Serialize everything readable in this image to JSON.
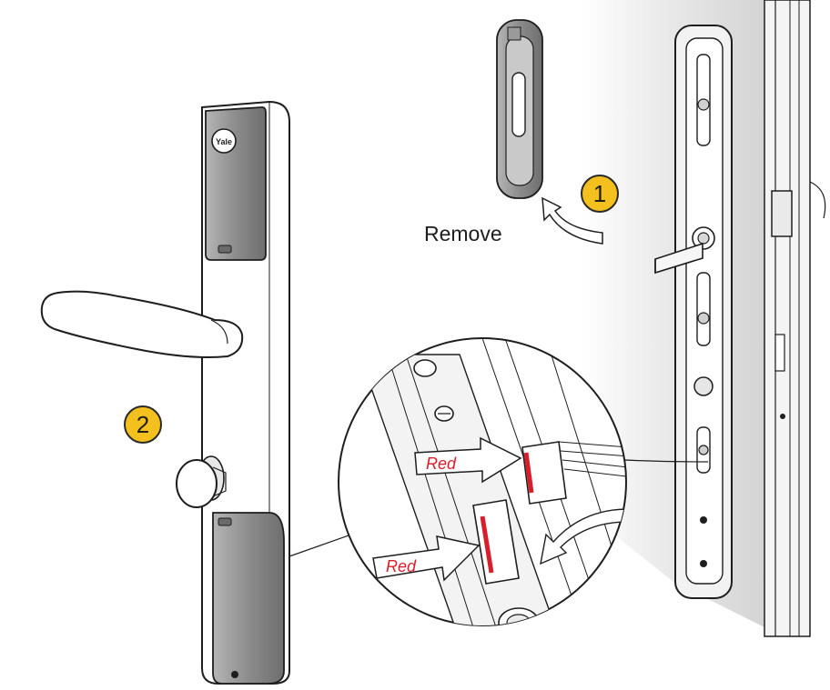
{
  "steps": [
    {
      "number": "1",
      "label": "Remove"
    },
    {
      "number": "2",
      "label": ""
    }
  ],
  "brand": {
    "logo_text": "Yale"
  },
  "connectors": [
    {
      "label": "Red"
    },
    {
      "label": "Red"
    }
  ],
  "colors": {
    "badge_fill": "#f4c01e",
    "badge_stroke": "#2a2a2a",
    "red_marker": "#d81e2a",
    "cover_dark": "#8a8a8a",
    "outline": "#1e1e1e",
    "door_shade": "#dcdcdc"
  },
  "icons": {
    "step_badge": "numbered-circle-icon",
    "rotation_arrow": "curved-arrow-icon",
    "callout_arrow": "block-arrow-icon"
  }
}
